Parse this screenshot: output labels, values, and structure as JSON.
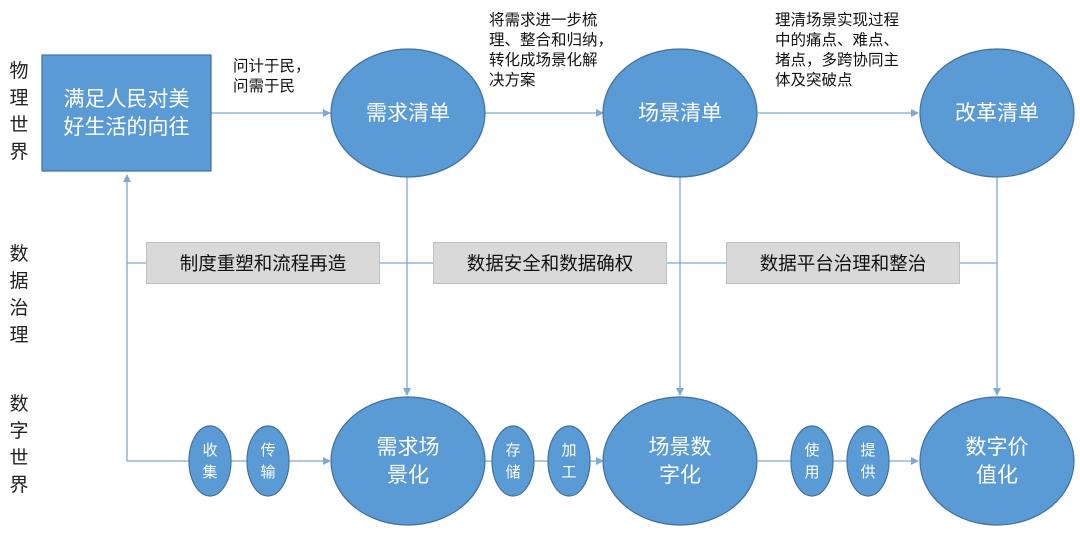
{
  "side_labels": {
    "physical": "物理世界",
    "governance": "数据治理",
    "digital": "数字世界"
  },
  "physical": {
    "source_box": "满足人民对美\n好生活的向往",
    "ask_note": "问计于民，\n问需于民",
    "demand_list": "需求清单",
    "note_demand_to_scene": "将需求进一步梳\n理、整合和归纳，\n转化成场景化解\n决方案",
    "scene_list": "场景清单",
    "note_scene_to_reform": "理清场景实现过程\n中的痛点、难点、\n堵点，多跨协同主\n体及突破点",
    "reform_list": "改革清单"
  },
  "governance": {
    "bar_1": "制度重塑和流程再造",
    "bar_2": "数据安全和数据确权",
    "bar_3": "数据平台治理和整治"
  },
  "digital": {
    "collect": "收\n集",
    "transmit": "传\n输",
    "demand_scenario": "需求场\n景化",
    "store": "存\n储",
    "process": "加\n工",
    "scene_digital": "场景数\n字化",
    "use": "使\n用",
    "provide": "提\n供",
    "digital_value": "数字价\n值化"
  },
  "colors": {
    "fill": "#5b9bd5",
    "stroke": "#41719c",
    "line": "#7fa9d0",
    "bar": "#d9d9d9"
  }
}
